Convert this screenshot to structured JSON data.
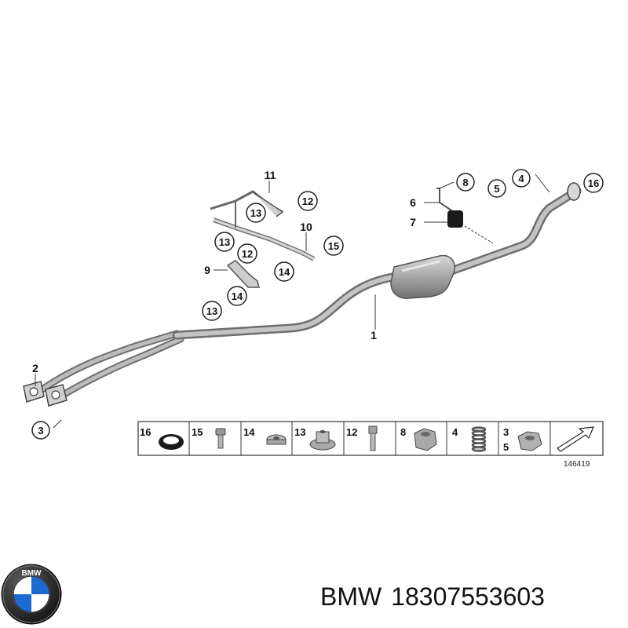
{
  "diagram": {
    "callouts": [
      "1",
      "2",
      "3",
      "4",
      "5",
      "6",
      "7",
      "8",
      "9",
      "10",
      "11",
      "12",
      "12",
      "13",
      "13",
      "13",
      "14",
      "14",
      "15",
      "16"
    ],
    "legend": {
      "items": [
        "16",
        "15",
        "14",
        "13",
        "12",
        "8",
        "4",
        "3",
        "5"
      ],
      "drawing_number": "146419"
    }
  },
  "footer": {
    "brand": "BMW",
    "part_number": "18307553603",
    "logo_letters": "BMW"
  },
  "colors": {
    "pipe": "#a0a0a0",
    "pipe_dark": "#6e6e6e",
    "logo_blue": "#1c69d4",
    "logo_ring": "#1a1a1a"
  }
}
